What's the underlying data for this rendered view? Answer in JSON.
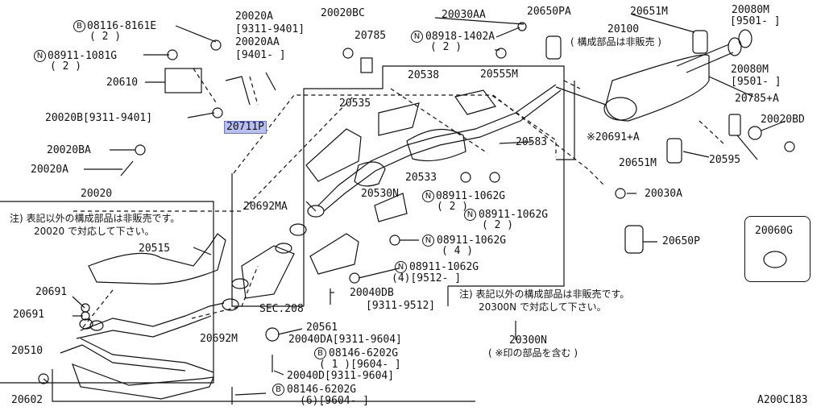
{
  "diagram": {
    "code": "A200C183",
    "labels": {
      "p08116": "08116-8161E",
      "p08116q": "( 2 )",
      "p20020A_1": "20020A",
      "p20020A_1r": "[9311-9401]",
      "p20020AA": "20020AA",
      "p20020AA_r": "[9401-      ]",
      "p20020BC": "20020BC",
      "p20785": "20785",
      "p20030AA": "20030AA",
      "p20650PA": "20650PA",
      "p20651M_top": "20651M",
      "p20080M_top": "20080M",
      "p20080M_top_r": "[9501-      ]",
      "p08911_1081G": "08911-1081G",
      "p08911_1081G_q": "( 2 )",
      "p08918": "08918-1402A",
      "p08918_q": "( 2 )",
      "p20100": "20100",
      "p20100_note": "( 構成部品は非販売 )",
      "p20080M_2": "20080M",
      "p20080M_2r": "[9501-      ]",
      "p20610": "20610",
      "p20538": "20538",
      "p20555M": "20555M",
      "p20785A": "20785+A",
      "p20020B": "20020B[9311-9401]",
      "p20711P": "20711P",
      "p20535": "20535",
      "p20020BD": "20020BD",
      "p20691A": "※20691+A",
      "p20583": "20583",
      "p20020BA": "20020BA",
      "p20651M_b": "20651M",
      "p20595": "20595",
      "p20020A_2": "20020A",
      "p20533": "20533",
      "p20530N": "20530N",
      "p08911_1062G_a": "08911-1062G",
      "p08911_1062G_aq": "( 2 )",
      "p20030A": "20030A",
      "p20020": "20020",
      "p20692MA": "20692MA",
      "p08911_1062G_b": "08911-1062G",
      "p08911_1062G_bq": "( 2 )",
      "note1_line1": "注) 表記以外の構成部品は非販売です。",
      "note1_line2": "20020 で対応して下さい。",
      "p20060G": "20060G",
      "p08911_1062G_c": "08911-1062G",
      "p08911_1062G_cq": "( 4 )",
      "p20650P": "20650P",
      "p20515": "20515",
      "p08911_1062G_d": "08911-1062G",
      "p08911_1062G_dq": "(4)[9512-      ]",
      "p20040DB": "20040DB",
      "p20040DB_r": "[9311-9512]",
      "note2_line1": "注) 表記以外の構成部品は非販売です。",
      "note2_line2": "20300N で対応して下さい。",
      "p20691_a": "20691",
      "p20691_b": "20691",
      "sec208": "SEC.208",
      "p20692M": "20692M",
      "p20561": "20561",
      "p20040DA": "20040DA[9311-9604]",
      "p08146_a": "08146-6202G",
      "p08146_aq": "( 1 )[9604-      ]",
      "p20510": "20510",
      "p20300N": "20300N",
      "p20300N_note": "( ※印の部品を含む )",
      "p20040D": "20040D[9311-9604]",
      "p08146_b": "08146-6202G",
      "p08146_bq": "(6)[9604-      ]",
      "p20602": "20602",
      "prefix_B": "B",
      "prefix_N": "N"
    },
    "colors": {
      "line": "#111111",
      "highlight": "#b8bff2"
    }
  }
}
